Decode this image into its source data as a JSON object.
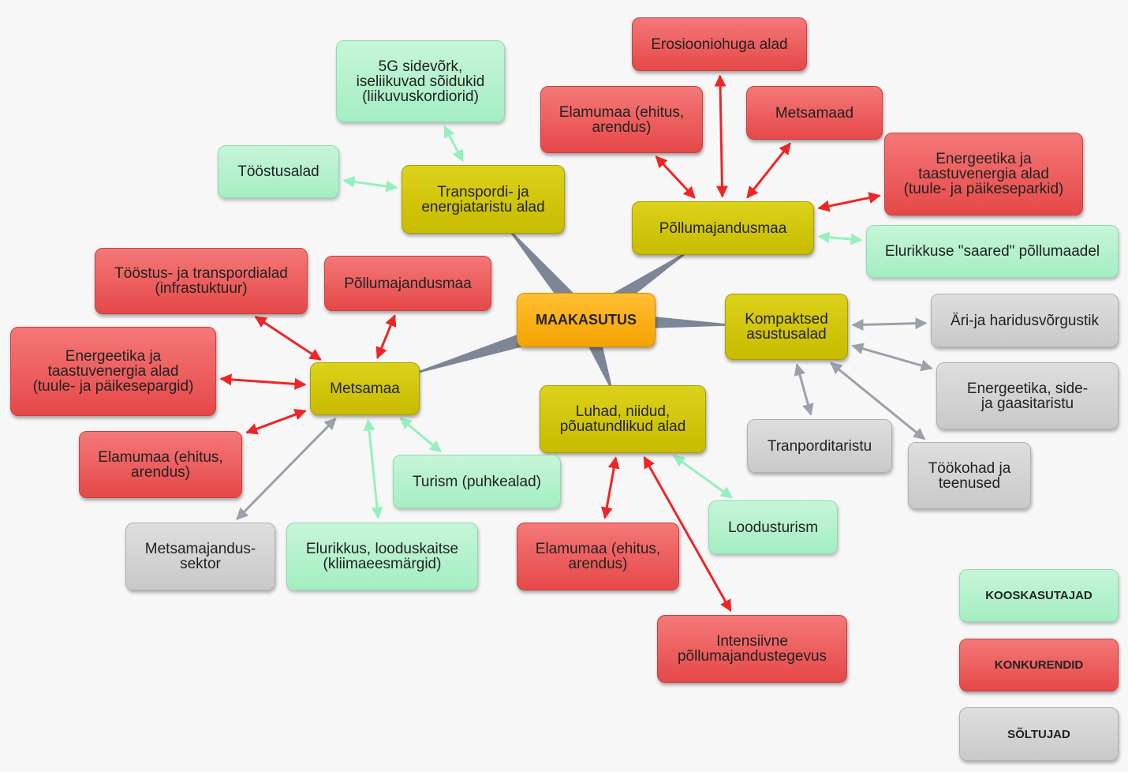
{
  "colors": {
    "competitor": "#e64848",
    "co_user": "#a4eec3",
    "dependent": "#c9c9c9",
    "hub": "#c8bb00",
    "center": "#f3a300",
    "spoke": "#7d8696",
    "arrow_red": "#ef2525",
    "arrow_green": "#95f0bd",
    "arrow_gray": "#9ba0aa"
  },
  "center": {
    "id": "maakasutus",
    "label": "MAAKASUTUS"
  },
  "hubs": [
    {
      "id": "transport",
      "label": "Transpordi- ja\nenergiataristu alad"
    },
    {
      "id": "pollu",
      "label": "Põllumajandusmaa"
    },
    {
      "id": "kompakt",
      "label": "Kompaktsed\nasustusalad"
    },
    {
      "id": "luhad",
      "label": "Luhad, niidud,\npõuatundlikud alad"
    },
    {
      "id": "metsamaa",
      "label": "Metsamaa"
    }
  ],
  "nodes": [
    {
      "id": "n5g",
      "type": "co_user",
      "label": "5G sidevõrk,\niseliikuvad sõidukid\n(liikuvuskordiorid)"
    },
    {
      "id": "ntoostusalad",
      "type": "co_user",
      "label": "Tööstusalad"
    },
    {
      "id": "nerosioon",
      "type": "competitor",
      "label": "Erosiooniohuga alad"
    },
    {
      "id": "nelamu1",
      "type": "competitor",
      "label": "Elamumaa (ehitus,\narendus)"
    },
    {
      "id": "nmetsamaad",
      "type": "competitor",
      "label": "Metsamaad"
    },
    {
      "id": "nenergia1",
      "type": "competitor",
      "label": "Energeetika ja\ntaastuvenergia alad\n(tuule- ja päikeseparkid)"
    },
    {
      "id": "nelurikkuse",
      "type": "co_user",
      "label": "Elurikkuse \"saared\" põllumaadel"
    },
    {
      "id": "ntoostus",
      "type": "competitor",
      "label": "Tööstus- ja transpordialad\n(infrastuktuur)"
    },
    {
      "id": "npollu2",
      "type": "competitor",
      "label": "Põllumajandusmaa"
    },
    {
      "id": "nenergia2",
      "type": "competitor",
      "label": "Energeetika ja\ntaastuvenergia alad\n(tuule- ja päikesepargid)"
    },
    {
      "id": "nelamu2",
      "type": "competitor",
      "label": "Elamumaa (ehitus,\narendus)"
    },
    {
      "id": "nturism",
      "type": "co_user",
      "label": "Turism (puhkealad)"
    },
    {
      "id": "nmetsandus",
      "type": "dependent",
      "label": "Metsamajandus-\nsektor"
    },
    {
      "id": "nelurikkus",
      "type": "co_user",
      "label": "Elurikkus, looduskaitse\n(kliimaeesmärgid)"
    },
    {
      "id": "nelamu3",
      "type": "competitor",
      "label": "Elamumaa (ehitus,\narendus)"
    },
    {
      "id": "nloodus",
      "type": "co_user",
      "label": "Loodusturism"
    },
    {
      "id": "nintensiivne",
      "type": "competitor",
      "label": "Intensiivne\npõllumajandustegevus"
    },
    {
      "id": "nari",
      "type": "dependent",
      "label": "Äri-ja haridusvõrgustik"
    },
    {
      "id": "nenergiaside",
      "type": "dependent",
      "label": "Energeetika, side-\nja gaasitaristu"
    },
    {
      "id": "ntranpordi",
      "type": "dependent",
      "label": "Tranporditaristu"
    },
    {
      "id": "ntookohad",
      "type": "dependent",
      "label": "Töökohad ja\nteenused"
    }
  ],
  "legend": [
    {
      "id": "lkoos",
      "type": "co_user",
      "label": "KOOSKASUTAJAD"
    },
    {
      "id": "lkonk",
      "type": "competitor",
      "label": "KONKURENDID"
    },
    {
      "id": "lsolt",
      "type": "dependent",
      "label": "SÕLTUJAD"
    }
  ],
  "spokes": [
    {
      "from": "maakasutus",
      "to": "transport"
    },
    {
      "from": "maakasutus",
      "to": "pollu"
    },
    {
      "from": "maakasutus",
      "to": "kompakt"
    },
    {
      "from": "maakasutus",
      "to": "luhad"
    },
    {
      "from": "maakasutus",
      "to": "metsamaa"
    }
  ],
  "edges": [
    {
      "from": "transport",
      "to": "n5g",
      "kind": "co_user",
      "heads": "both"
    },
    {
      "from": "transport",
      "to": "ntoostusalad",
      "kind": "co_user",
      "heads": "both"
    },
    {
      "from": "pollu",
      "to": "nerosioon",
      "kind": "competitor",
      "heads": "both"
    },
    {
      "from": "pollu",
      "to": "nelamu1",
      "kind": "competitor",
      "heads": "both"
    },
    {
      "from": "pollu",
      "to": "nmetsamaad",
      "kind": "competitor",
      "heads": "both"
    },
    {
      "from": "pollu",
      "to": "nenergia1",
      "kind": "competitor",
      "heads": "both"
    },
    {
      "from": "pollu",
      "to": "nelurikkuse",
      "kind": "co_user",
      "heads": "both"
    },
    {
      "from": "metsamaa",
      "to": "ntoostus",
      "kind": "competitor",
      "heads": "both"
    },
    {
      "from": "metsamaa",
      "to": "npollu2",
      "kind": "competitor",
      "heads": "both"
    },
    {
      "from": "metsamaa",
      "to": "nenergia2",
      "kind": "competitor",
      "heads": "both"
    },
    {
      "from": "metsamaa",
      "to": "nelamu2",
      "kind": "competitor",
      "heads": "both"
    },
    {
      "from": "metsamaa",
      "to": "nturism",
      "kind": "co_user",
      "heads": "both"
    },
    {
      "from": "metsamaa",
      "to": "nmetsandus",
      "kind": "dependent",
      "heads": "both"
    },
    {
      "from": "metsamaa",
      "to": "nelurikkus",
      "kind": "co_user",
      "heads": "both"
    },
    {
      "from": "luhad",
      "to": "nelamu3",
      "kind": "competitor",
      "heads": "both"
    },
    {
      "from": "luhad",
      "to": "nintensiivne",
      "kind": "competitor",
      "heads": "both"
    },
    {
      "from": "luhad",
      "to": "nloodus",
      "kind": "co_user",
      "heads": "both"
    },
    {
      "from": "kompakt",
      "to": "nari",
      "kind": "dependent",
      "heads": "both"
    },
    {
      "from": "kompakt",
      "to": "nenergiaside",
      "kind": "dependent",
      "heads": "both"
    },
    {
      "from": "kompakt",
      "to": "ntranpordi",
      "kind": "dependent",
      "heads": "both"
    },
    {
      "from": "kompakt",
      "to": "ntookohad",
      "kind": "dependent",
      "heads": "both"
    }
  ]
}
